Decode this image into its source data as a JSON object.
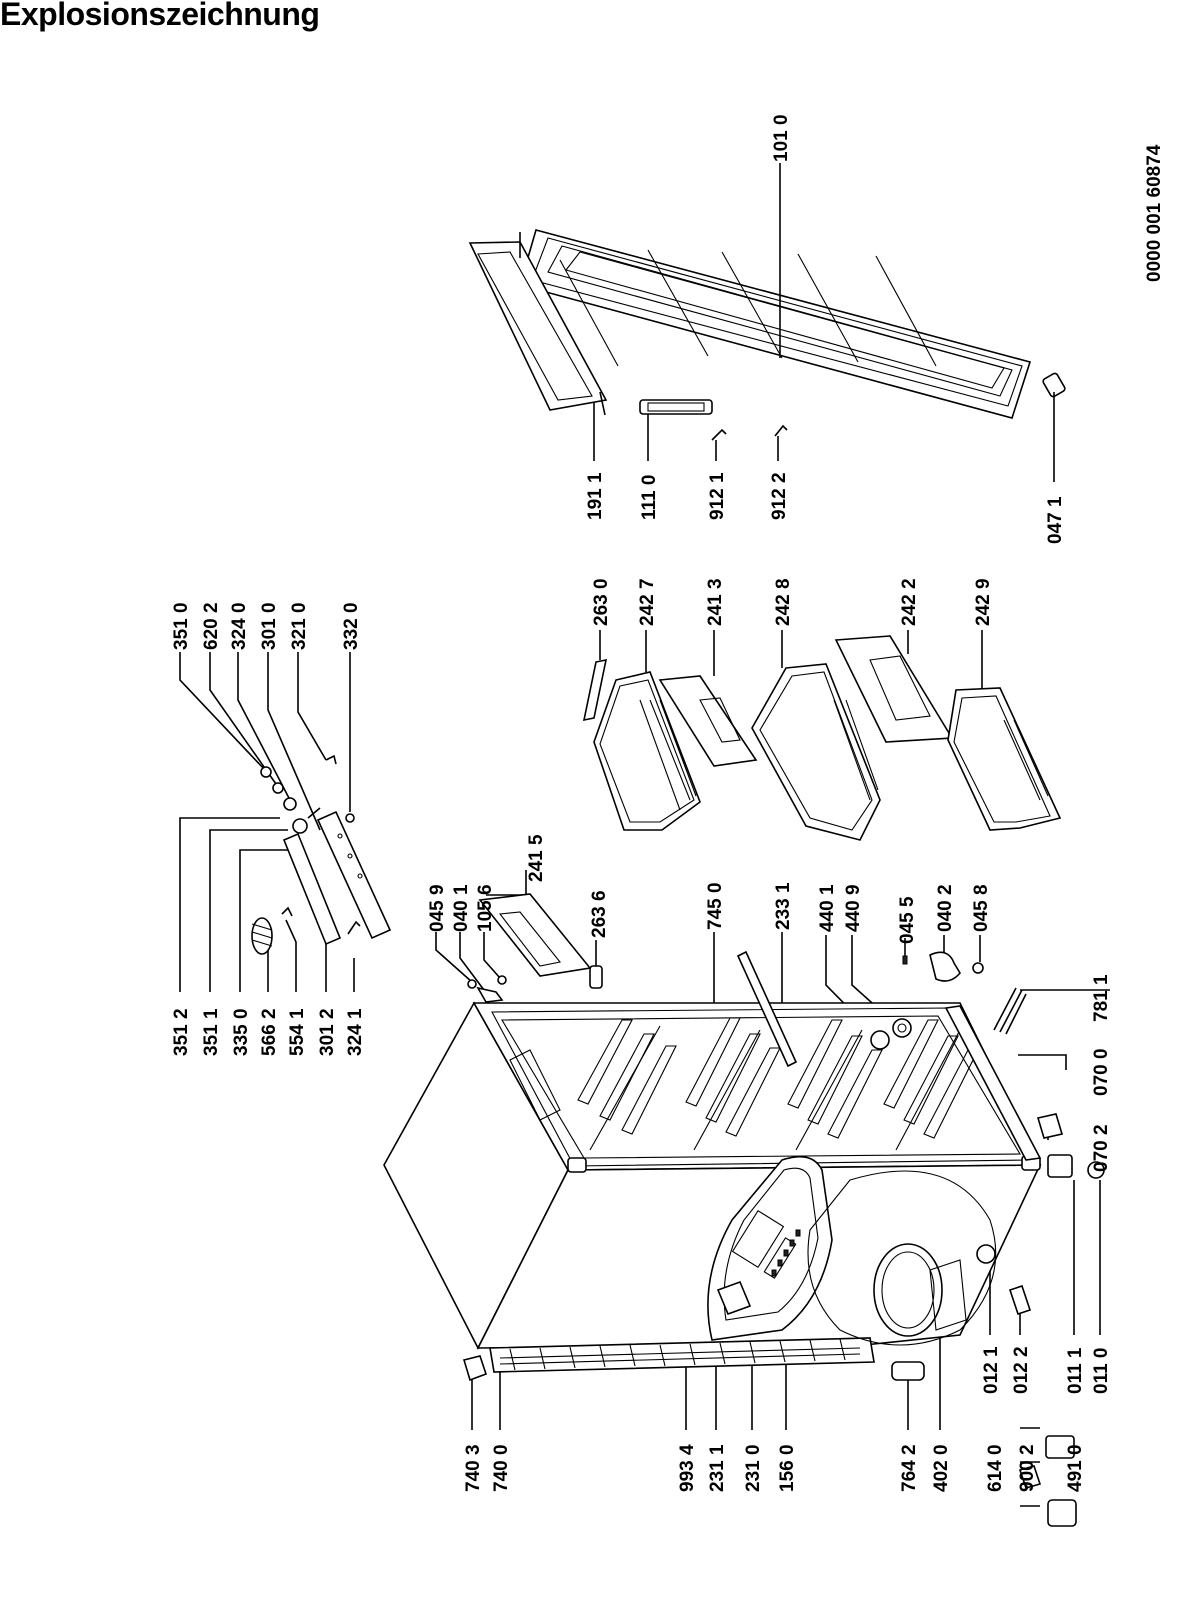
{
  "title": "Explosionszeichnung",
  "document_number": "0000 001 60874",
  "part_labels": [
    {
      "id": "t1",
      "text": "101 0"
    },
    {
      "id": "t2",
      "text": "191 1"
    },
    {
      "id": "t3",
      "text": "111 0"
    },
    {
      "id": "t4",
      "text": "912 1"
    },
    {
      "id": "t5",
      "text": "912 2"
    },
    {
      "id": "t6",
      "text": "047 1"
    },
    {
      "id": "t7",
      "text": "263 0"
    },
    {
      "id": "t8",
      "text": "242 7"
    },
    {
      "id": "t9",
      "text": "241 3"
    },
    {
      "id": "t10",
      "text": "242 8"
    },
    {
      "id": "t11",
      "text": "242 2"
    },
    {
      "id": "t12",
      "text": "242 9"
    },
    {
      "id": "t13",
      "text": "351 0"
    },
    {
      "id": "t14",
      "text": "620 2"
    },
    {
      "id": "t15",
      "text": "324 0"
    },
    {
      "id": "t16",
      "text": "301 0"
    },
    {
      "id": "t17",
      "text": "321 0"
    },
    {
      "id": "t18",
      "text": "332 0"
    },
    {
      "id": "t19",
      "text": "351 2"
    },
    {
      "id": "t20",
      "text": "351 1"
    },
    {
      "id": "t21",
      "text": "335 0"
    },
    {
      "id": "t22",
      "text": "566 2"
    },
    {
      "id": "t23",
      "text": "554 1"
    },
    {
      "id": "t24",
      "text": "301 2"
    },
    {
      "id": "t25",
      "text": "324 1"
    },
    {
      "id": "t26",
      "text": "045 9"
    },
    {
      "id": "t27",
      "text": "040 1"
    },
    {
      "id": "t28",
      "text": "105 6"
    },
    {
      "id": "t29",
      "text": "241 5"
    },
    {
      "id": "t30",
      "text": "263 6"
    },
    {
      "id": "t31",
      "text": "745 0"
    },
    {
      "id": "t32",
      "text": "233 1"
    },
    {
      "id": "t33",
      "text": "440 1"
    },
    {
      "id": "t34",
      "text": "440 9"
    },
    {
      "id": "t35",
      "text": "045 5"
    },
    {
      "id": "t36",
      "text": "040 2"
    },
    {
      "id": "t37",
      "text": "045 8"
    },
    {
      "id": "t38",
      "text": "781 1"
    },
    {
      "id": "t39",
      "text": "070 0"
    },
    {
      "id": "t40",
      "text": "070 2"
    },
    {
      "id": "t41",
      "text": "012 1"
    },
    {
      "id": "t42",
      "text": "012 2"
    },
    {
      "id": "t43",
      "text": "011 1"
    },
    {
      "id": "t44",
      "text": "011 0"
    },
    {
      "id": "t45",
      "text": "740 3"
    },
    {
      "id": "t46",
      "text": "740 0"
    },
    {
      "id": "t47",
      "text": "993 4"
    },
    {
      "id": "t48",
      "text": "231 1"
    },
    {
      "id": "t49",
      "text": "231 0"
    },
    {
      "id": "t50",
      "text": "156 0"
    },
    {
      "id": "t51",
      "text": "764 2"
    },
    {
      "id": "t52",
      "text": "402 0"
    },
    {
      "id": "t53",
      "text": "614 0"
    },
    {
      "id": "t54",
      "text": "900 2"
    },
    {
      "id": "t55",
      "text": "491 0"
    }
  ]
}
